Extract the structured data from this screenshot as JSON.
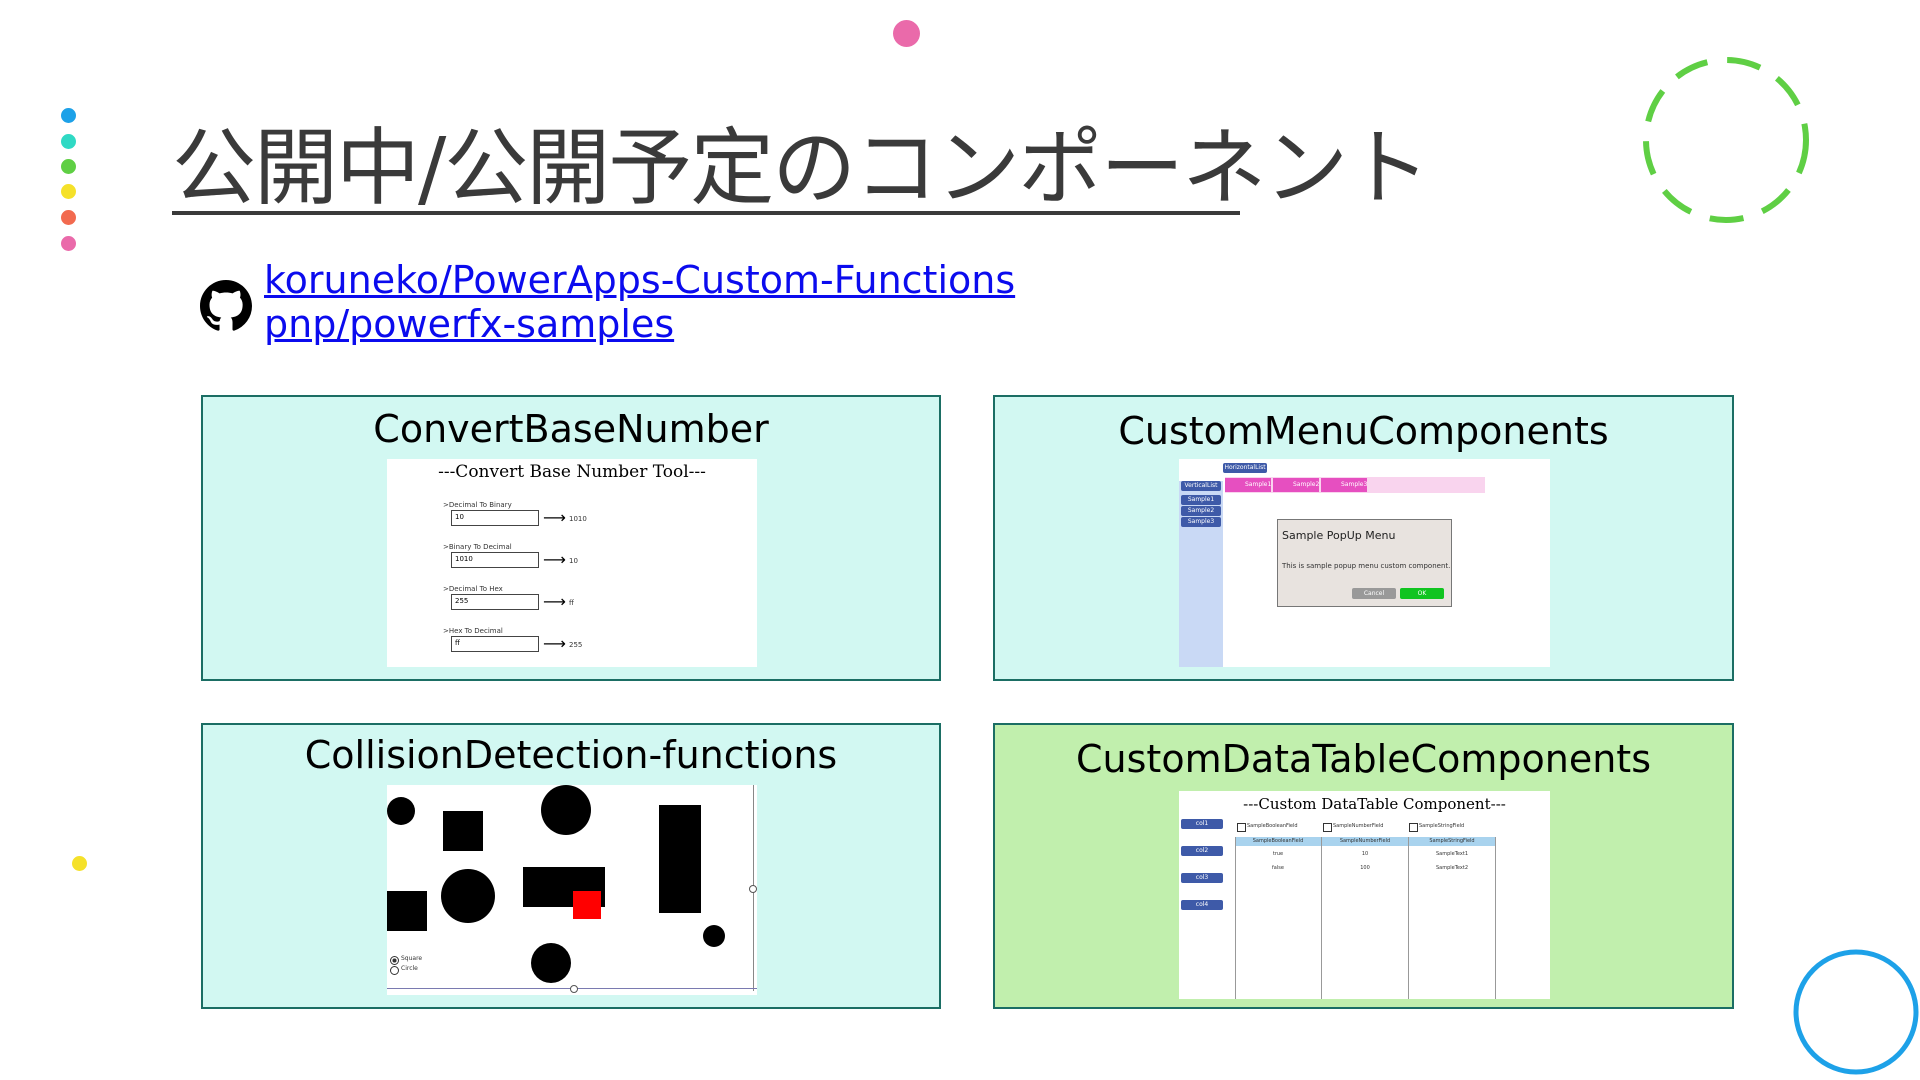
{
  "title": "公開中/公開予定のコンポーネント",
  "links": [
    {
      "text": "koruneko/PowerApps-Custom-Functions"
    },
    {
      "text": "pnp/powerfx-samples"
    }
  ],
  "colors": {
    "accent_pink": "#ea6aaa",
    "accent_green": "#5fcf44",
    "accent_blue": "#1da1e8",
    "accent_yellow": "#f5e12a",
    "panel_cyan": "#d2f8f2",
    "panel_green": "#c1efad",
    "panel_border": "#1b6e64",
    "link_blue": "#0b0bee"
  },
  "icons": {
    "github": "github-icon"
  },
  "panels": [
    {
      "title": "ConvertBaseNumber",
      "shot": {
        "heading": "---Convert Base Number Tool---",
        "rows": [
          {
            "label": ">Decimal To Binary",
            "input": "10",
            "result": "1010"
          },
          {
            "label": ">Binary To Decimal",
            "input": "1010",
            "result": "10"
          },
          {
            "label": ">Decimal To Hex",
            "input": "255",
            "result": "ff"
          },
          {
            "label": ">Hex To Decimal",
            "input": "ff",
            "result": "255"
          }
        ]
      }
    },
    {
      "title": "CustomMenuComponents",
      "shot": {
        "hlist": "HorizontalList",
        "vlist": "VerticalList",
        "vitems": [
          "Sample1",
          "Sample2",
          "Sample3"
        ],
        "hitems": [
          "Sample1",
          "Sample2",
          "Sample3"
        ],
        "popup_title": "Sample PopUp Menu",
        "popup_body": "This is sample popup menu custom component.",
        "cancel": "Cancel",
        "ok": "OK"
      }
    },
    {
      "title": "CollisionDetection-functions",
      "shot": {
        "radio_options": [
          "Square",
          "Circle"
        ],
        "selected": "Square"
      }
    },
    {
      "title": "CustomDataTableComponents",
      "shot": {
        "heading": "---Custom DataTable Component---",
        "side_buttons": [
          "col1",
          "col2",
          "col3",
          "col4"
        ],
        "checks": [
          "SampleBooleanField",
          "SampleNumberField",
          "SampleStringField"
        ],
        "columns": [
          "SampleBooleanField",
          "SampleNumberField",
          "SampleStringField"
        ],
        "rows": [
          [
            "true",
            "10",
            "SampleText1"
          ],
          [
            "false",
            "100",
            "SampleText2"
          ]
        ]
      }
    }
  ]
}
